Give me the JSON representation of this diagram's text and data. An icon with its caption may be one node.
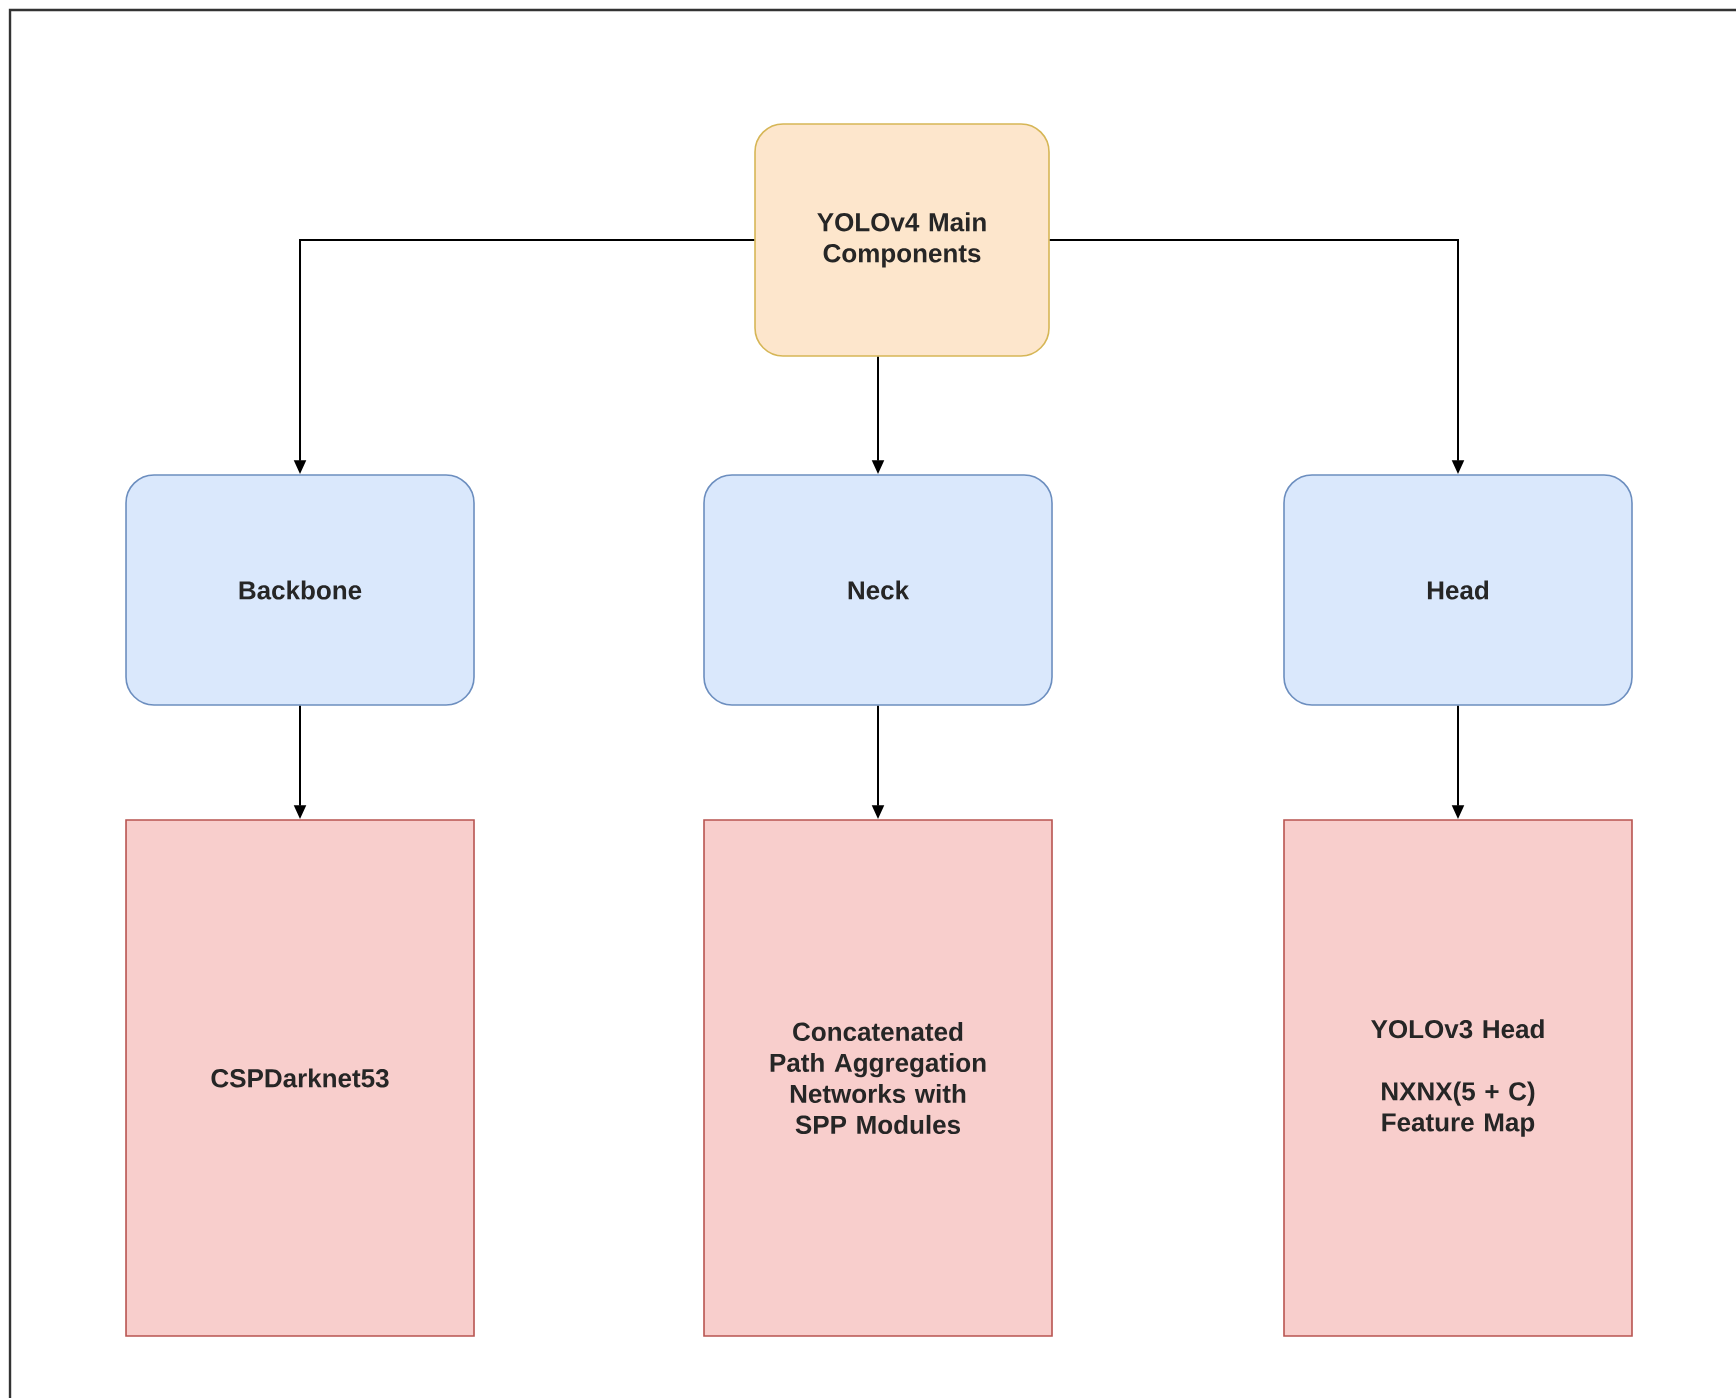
{
  "diagram": {
    "nodes": [
      {
        "text": [
          "YOLOv4 Main Components"
        ]
      },
      {
        "text": [
          "Backbone"
        ]
      },
      {
        "text": [
          "Neck"
        ]
      },
      {
        "text": [
          "Head"
        ]
      },
      {
        "text": [
          "CSPDarknet53"
        ]
      },
      {
        "text": [
          "Concatenated Path Aggregation Networks with SPP Modules"
        ]
      },
      {
        "text": [
          "YOLOv3 Head",
          "NXNX(5 + C) Feature Map"
        ]
      }
    ],
    "edges": [
      {
        "from": 0,
        "to": 1,
        "arrow": "to"
      },
      {
        "from": 0,
        "to": 2,
        "arrow": "to"
      },
      {
        "from": 0,
        "to": 3,
        "arrow": "to"
      },
      {
        "from": 1,
        "to": 4,
        "arrow": "to"
      },
      {
        "from": 2,
        "to": 5,
        "arrow": "to"
      },
      {
        "from": 3,
        "to": 6,
        "arrow": "to"
      }
    ]
  }
}
